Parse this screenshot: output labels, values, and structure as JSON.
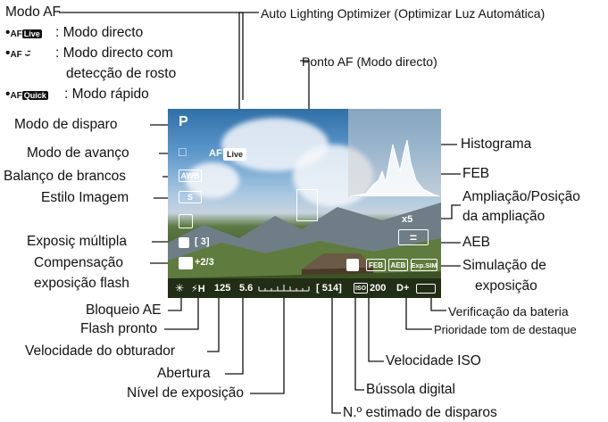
{
  "labels": {
    "modo_af": "Modo AF",
    "af_live_text": ": Modo directo",
    "af_face_text": ": Modo directo com",
    "af_face_text2": "detecção de rosto",
    "af_quick_text": ": Modo rápido",
    "alo": "Auto Lighting Optimizer (Optimizar Luz Automática)",
    "ponto_af": "Ponto AF (Modo directo)",
    "modo_disparo": "Modo de disparo",
    "modo_avanco": "Modo de avanço",
    "balanco": "Balanço de brancos",
    "estilo": "Estilo Imagem",
    "exposic_multipla": "Exposiç múltipla",
    "comp_flash1": "Compensação",
    "comp_flash2": "exposição flash",
    "bloqueio_ae": "Bloqueio AE",
    "flash_pronto": "Flash pronto",
    "velocidade_obt": "Velocidade do obturador",
    "abertura": "Abertura",
    "nivel_exp": "Nível de exposição",
    "histograma": "Histograma",
    "feb": "FEB",
    "ampliacao1": "Ampliação/Posição",
    "ampliacao2": "da ampliação",
    "aeb": "AEB",
    "simulacao1": "Simulação de",
    "simulacao2": "exposição",
    "bateria": "Verificação da bateria",
    "prioridade": "Prioridade tom de destaque",
    "velocidade_iso": "Velocidade ISO",
    "bussola": "Bússola digital",
    "n_estimado": "N.º estimado de disparos"
  },
  "bullets": {
    "af_live_glyph": "AF",
    "af_live_badge": "Live",
    "af_face_glyph": "AF ⌣̈",
    "af_quick_glyph": "AF",
    "af_quick_badge": "Quick",
    "bullet": "•"
  },
  "screen": {
    "mode": "P",
    "drive": "□",
    "af_prefix": "AF",
    "af_badge": "Live",
    "wb": "AWB",
    "style": "S",
    "multi_exp": "[ 3]",
    "flash_comp": "+2/3",
    "magnify": "x5",
    "ae_lock": "✳",
    "flash_ready": "⚡H",
    "shutter": "125",
    "aperture": "5.6",
    "shots": "[ 514]",
    "iso_badge": "ISO",
    "iso": "200",
    "d_plus": "D+",
    "feb_badge": "FEB",
    "aeb_badge": "AEB",
    "expsim_badge": "Exp.SIM",
    "eq": "="
  },
  "colors": {
    "line": "#111111",
    "overlay_text": "#ffffff"
  }
}
